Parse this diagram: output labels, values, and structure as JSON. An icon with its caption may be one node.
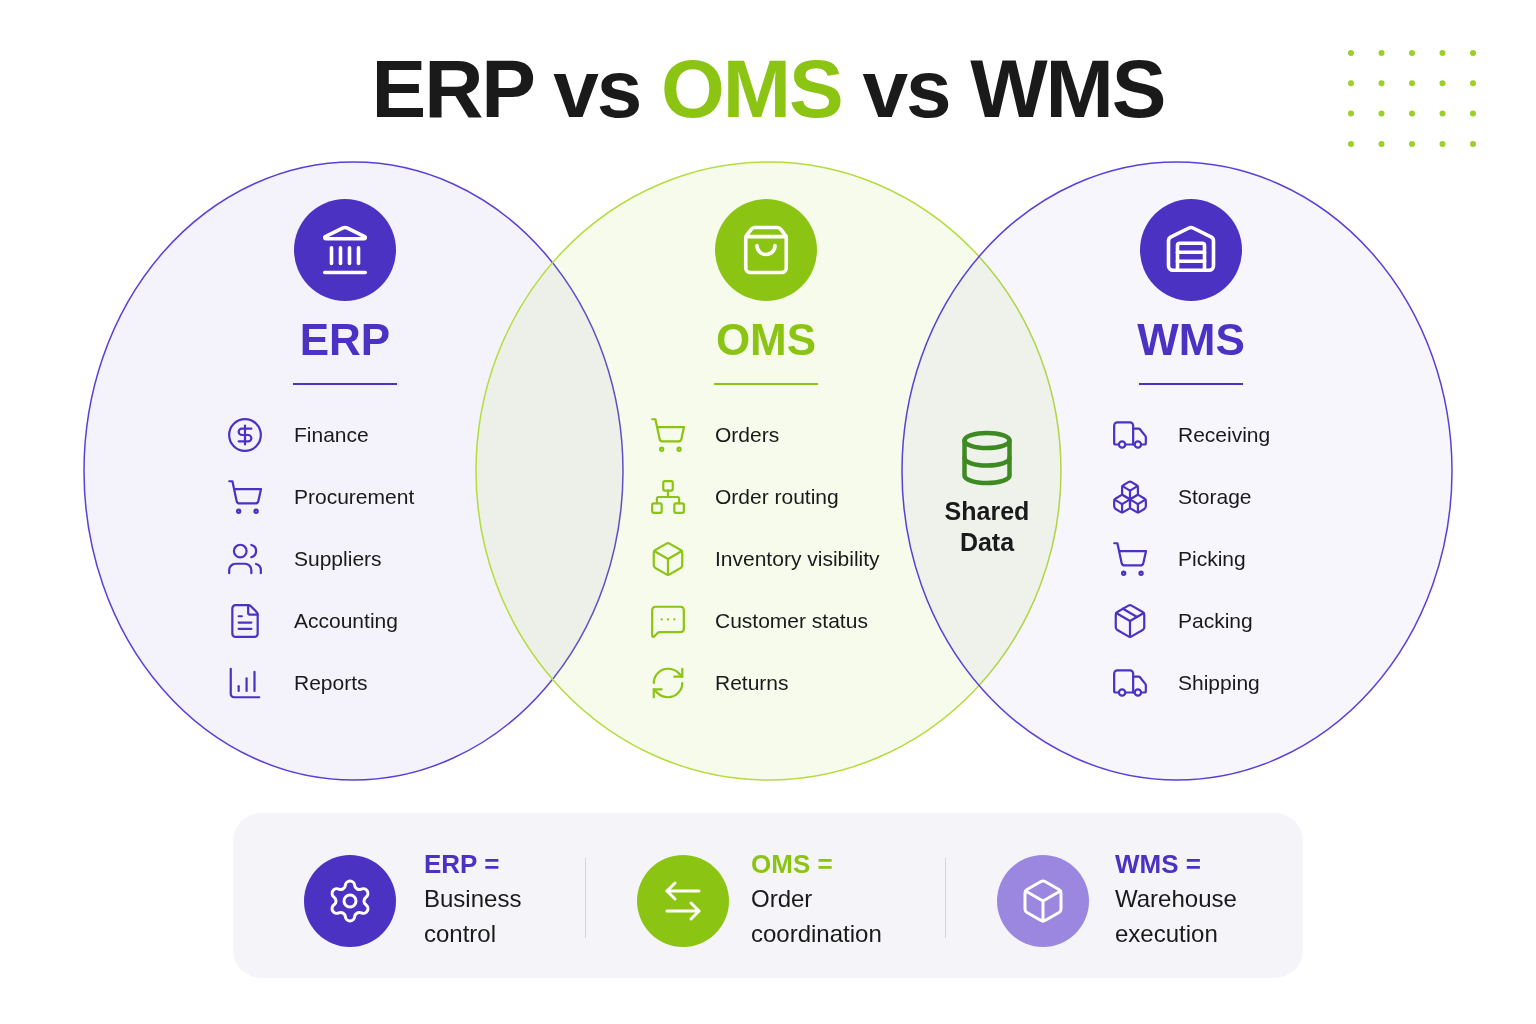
{
  "diagram": {
    "title": "ERP vs **OMS** vs WMS",
    "nodes": [
      {
        "text": [
          "ERP",
          "Finance",
          "Procurement",
          "Suppliers",
          "Accounting",
          "Reports"
        ]
      },
      {
        "text": [
          "OMS",
          "Orders",
          "Order routing",
          "Inventory visibility",
          "Customer status",
          "Returns"
        ]
      },
      {
        "text": [
          "WMS",
          "Receiving",
          "Storage",
          "Picking",
          "Packing",
          "Shipping"
        ]
      },
      {
        "text": [
          "Shared Data"
        ]
      },
      {
        "text": [],
        "shape": "box"
      },
      {
        "text": [
          "ERP =",
          "Business control"
        ],
        "in": 4
      },
      {
        "text": [
          "OMS =",
          "Order coordination"
        ],
        "in": 4
      },
      {
        "text": [
          "WMS =",
          "Warehouse execution"
        ],
        "in": 4
      }
    ],
    "edges": []
  }
}
